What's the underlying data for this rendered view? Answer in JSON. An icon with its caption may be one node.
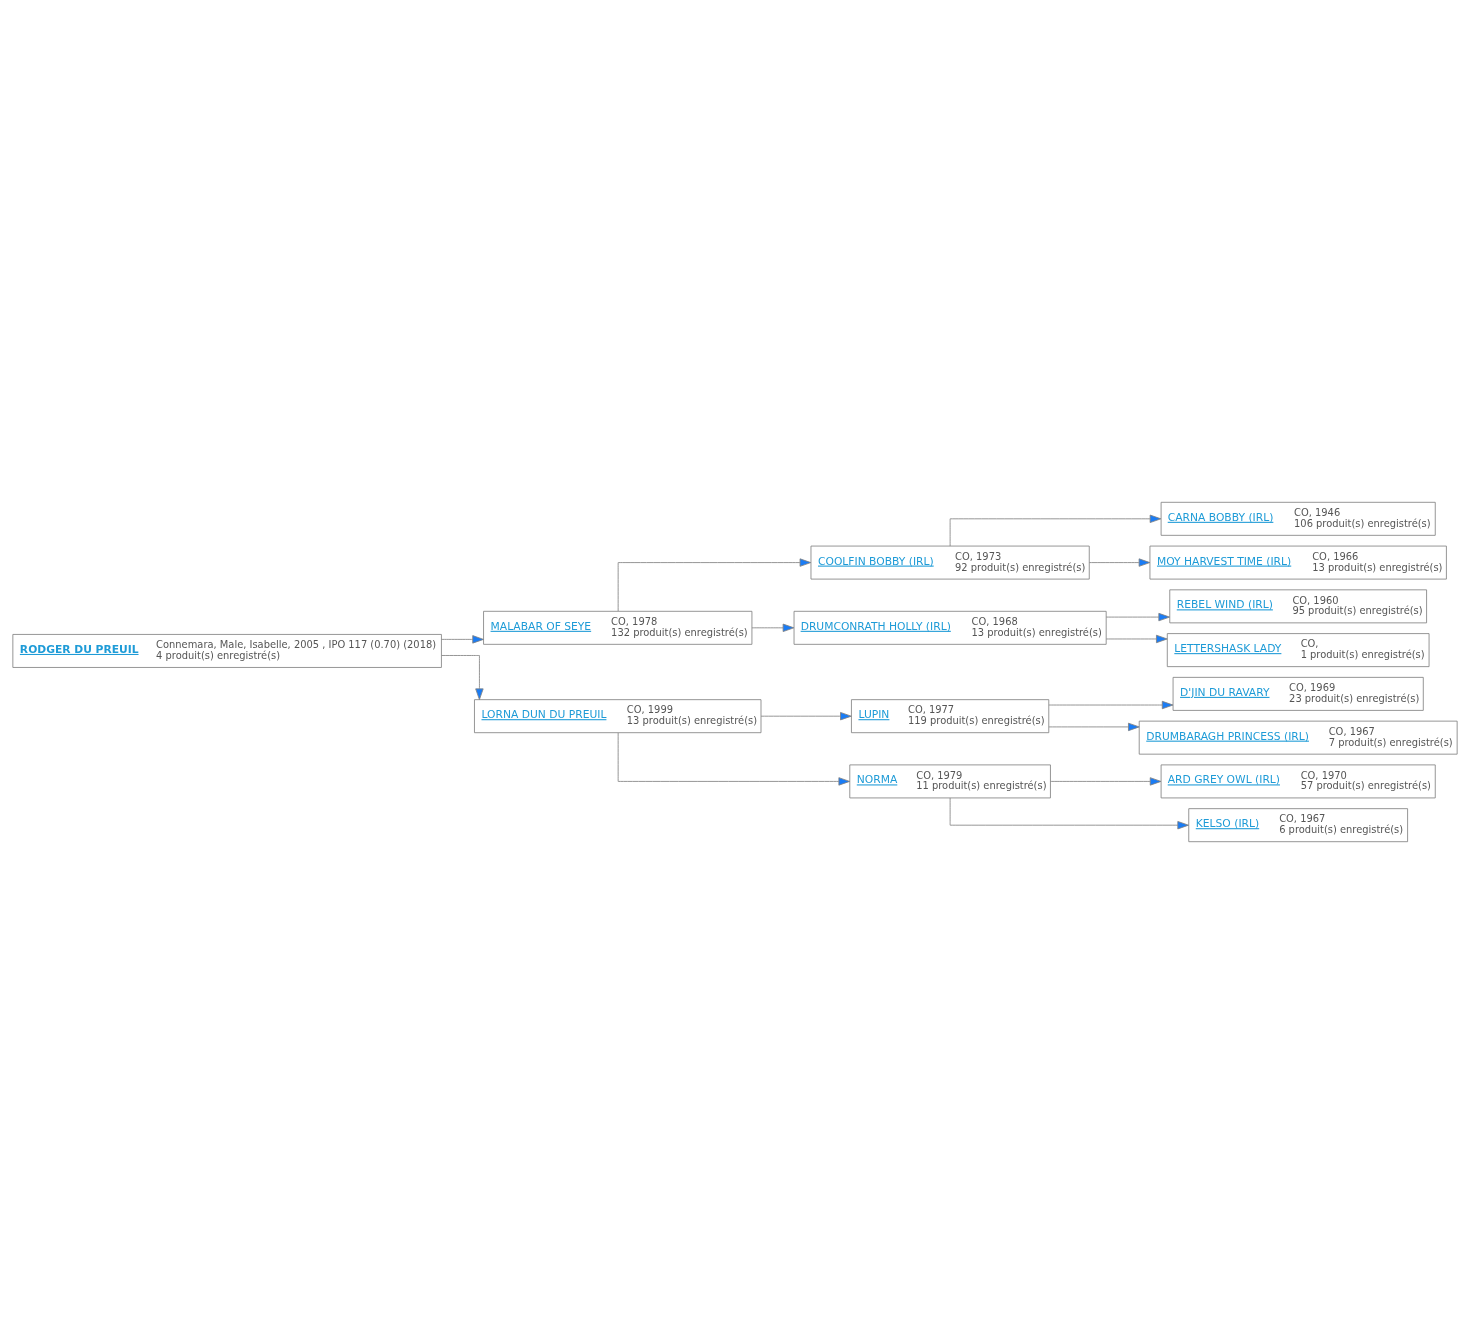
{
  "diagram": {
    "nodes": [
      {
        "text": [
          "CARNA BOBBY (IRL)",
          "CO, 1946",
          "106 produit(s) enregistré(s)"
        ]
      },
      {
        "text": [
          "COOLFIN BOBBY (IRL)",
          "CO, 1973",
          "92 produit(s) enregistré(s)"
        ]
      },
      {
        "text": [
          "MOY HARVEST TIME (IRL)",
          "CO, 1966",
          "13 produit(s) enregistré(s)"
        ]
      },
      {
        "text": [
          "MALABAR OF SEYE",
          "CO, 1978",
          "132 produit(s) enregistré(s)"
        ]
      },
      {
        "text": [
          "REBEL WIND (IRL)",
          "CO, 1960",
          "95 produit(s) enregistré(s)"
        ]
      },
      {
        "text": [
          "DRUMCONRATH HOLLY (IRL)",
          "CO, 1968",
          "13 produit(s) enregistré(s)"
        ]
      },
      {
        "text": [
          "LETTERSHASK LADY",
          "CO,",
          "1 produit(s) enregistré(s)"
        ]
      },
      {
        "text": [
          "RODGER DU PREUIL",
          "Connemara, Male, Isabelle, 2005 , IPO 117 (0.70) (2018)",
          "4 produit(s) enregistré(s)"
        ]
      },
      {
        "text": [
          "D'JIN DU RAVARY",
          "CO, 1969",
          "23 produit(s) enregistré(s)"
        ]
      },
      {
        "text": [
          "LUPIN",
          "CO, 1977",
          "119 produit(s) enregistré(s)"
        ]
      },
      {
        "text": [
          "DRUMBARAGH PRINCESS (IRL)",
          "CO, 1967",
          "7 produit(s) enregistré(s)"
        ]
      },
      {
        "text": [
          "LORNA DUN DU PREUIL",
          "CO, 1999",
          "13 produit(s) enregistré(s)"
        ]
      },
      {
        "text": [
          "ARD GREY OWL (IRL)",
          "CO, 1970",
          "57 produit(s) enregistré(s)"
        ]
      },
      {
        "text": [
          "NORMA",
          "CO, 1979",
          "11 produit(s) enregistré(s)"
        ]
      },
      {
        "text": [
          "KELSO (IRL)",
          "CO, 1967",
          "6 produit(s) enregistré(s)"
        ]
      }
    ],
    "edges": [
      {
        "from": 7,
        "to": 3,
        "arrow": "to"
      },
      {
        "from": 7,
        "to": 11,
        "arrow": "to"
      },
      {
        "from": 3,
        "to": 1,
        "arrow": "to"
      },
      {
        "from": 3,
        "to": 5,
        "arrow": "to"
      },
      {
        "from": 1,
        "to": 0,
        "arrow": "to"
      },
      {
        "from": 1,
        "to": 2,
        "arrow": "to"
      },
      {
        "from": 5,
        "to": 4,
        "arrow": "to"
      },
      {
        "from": 5,
        "to": 6,
        "arrow": "to"
      },
      {
        "from": 11,
        "to": 9,
        "arrow": "to"
      },
      {
        "from": 11,
        "to": 13,
        "arrow": "to"
      },
      {
        "from": 9,
        "to": 8,
        "arrow": "to"
      },
      {
        "from": 9,
        "to": 10,
        "arrow": "to"
      },
      {
        "from": 13,
        "to": 12,
        "arrow": "to"
      },
      {
        "from": 13,
        "to": 14,
        "arrow": "to"
      }
    ]
  }
}
